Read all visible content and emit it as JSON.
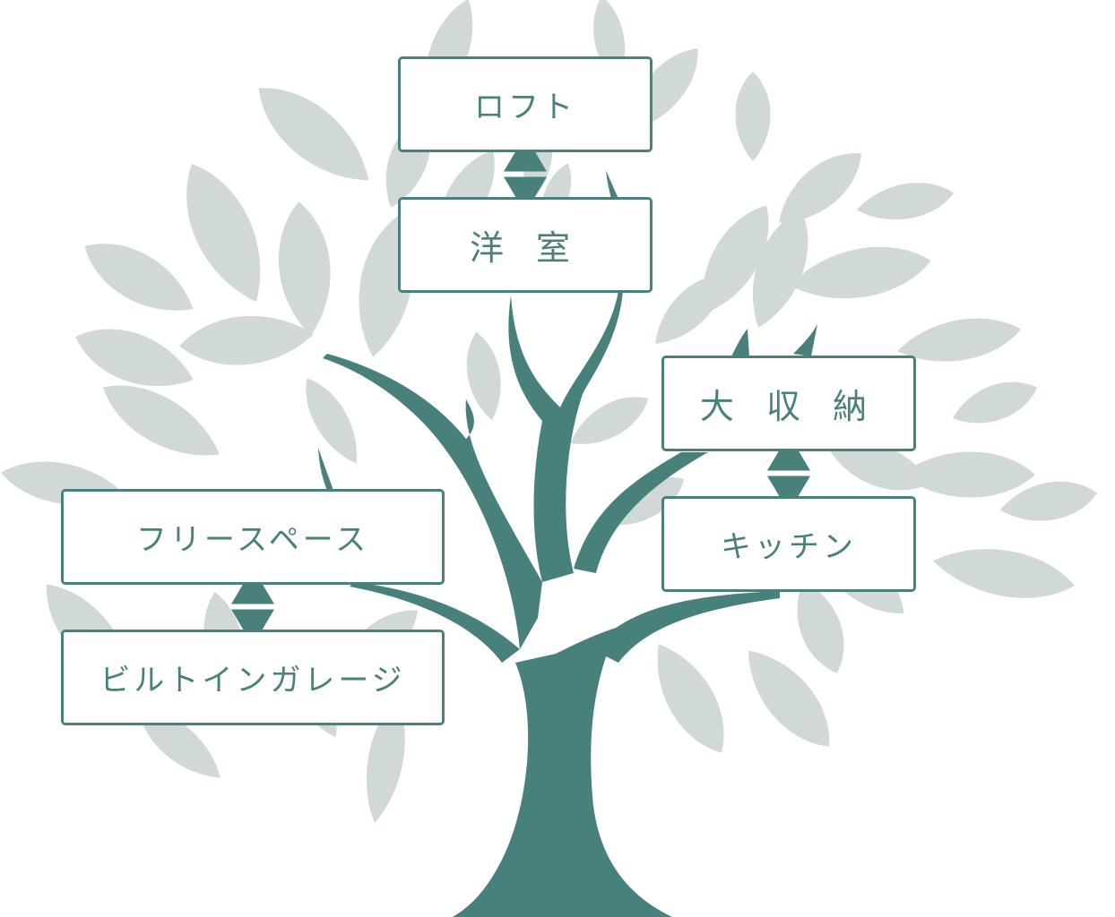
{
  "colors": {
    "trunk": "#48807c",
    "leaf": "#d1d9d8",
    "box_border": "#4a807b",
    "box_text": "#4a807b"
  },
  "boxes": {
    "loft": "ロフト",
    "western_room": "洋 室",
    "large_storage": "大 収 納",
    "kitchen": "キッチン",
    "free_space": "フリースペース",
    "builtin_garage": "ビルトインガレージ"
  },
  "connectors": [
    {
      "from": "loft",
      "to": "western_room",
      "type": "bidirectional"
    },
    {
      "from": "large_storage",
      "to": "kitchen",
      "type": "bidirectional"
    },
    {
      "from": "free_space",
      "to": "builtin_garage",
      "type": "bidirectional"
    }
  ]
}
